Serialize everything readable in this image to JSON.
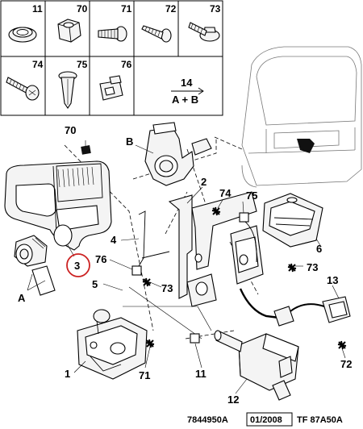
{
  "parts_grid": {
    "cells": [
      {
        "label": "11",
        "icon": "grommet-icon"
      },
      {
        "label": "70",
        "icon": "nut-icon"
      },
      {
        "label": "71",
        "icon": "screw-icon"
      },
      {
        "label": "72",
        "icon": "self-tapping-screw-icon"
      },
      {
        "label": "73",
        "icon": "flange-bolt-icon"
      },
      {
        "label": "74",
        "icon": "pan-head-screw-icon"
      },
      {
        "label": "75",
        "icon": "push-clip-icon"
      },
      {
        "label": "76",
        "icon": "cable-clip-icon"
      }
    ]
  },
  "kit_note": {
    "number": "14",
    "formula": "A + B"
  },
  "callouts": {
    "c70": "70",
    "cB": "B",
    "c2": "2",
    "c74": "74",
    "c75": "75",
    "c4": "4",
    "c3": "3",
    "c76": "76",
    "c73a": "73",
    "c73b": "73",
    "c6": "6",
    "c5": "5",
    "cA": "A",
    "c13": "13",
    "c1": "1",
    "c71": "71",
    "c11": "11",
    "c12": "12",
    "c72": "72"
  },
  "footer": {
    "ref": "7844950A",
    "date": "01/2008",
    "code": "TF 87A50A"
  },
  "colors": {
    "highlight_circle": "#cc2222",
    "line": "#000000"
  }
}
